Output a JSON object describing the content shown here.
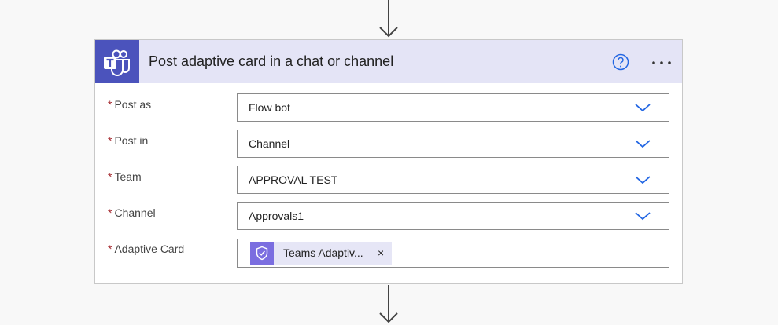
{
  "action": {
    "title": "Post adaptive card in a chat or channel",
    "icon": "teams-icon",
    "header_actions": [
      "help-icon",
      "more-options-icon"
    ]
  },
  "fields": [
    {
      "label": "Post as",
      "value": "Flow bot",
      "required": "*"
    },
    {
      "label": "Post in",
      "value": "Channel",
      "required": "*"
    },
    {
      "label": "Team",
      "value": "APPROVAL TEST",
      "required": "*"
    },
    {
      "label": "Channel",
      "value": "Approvals1",
      "required": "*"
    },
    {
      "label": "Adaptive Card",
      "required": "*"
    }
  ],
  "adaptive_card_token": {
    "label": "Teams Adaptiv...",
    "remove": "×",
    "icon": "approval-icon"
  },
  "colors": {
    "teams_purple": "#4b53bc",
    "header_bg": "#e4e4f6",
    "token_icon_bg": "#7b6ee0",
    "token_bg": "#e6e6f6",
    "accent_blue": "#2266e3",
    "required_red": "#a4262c"
  }
}
